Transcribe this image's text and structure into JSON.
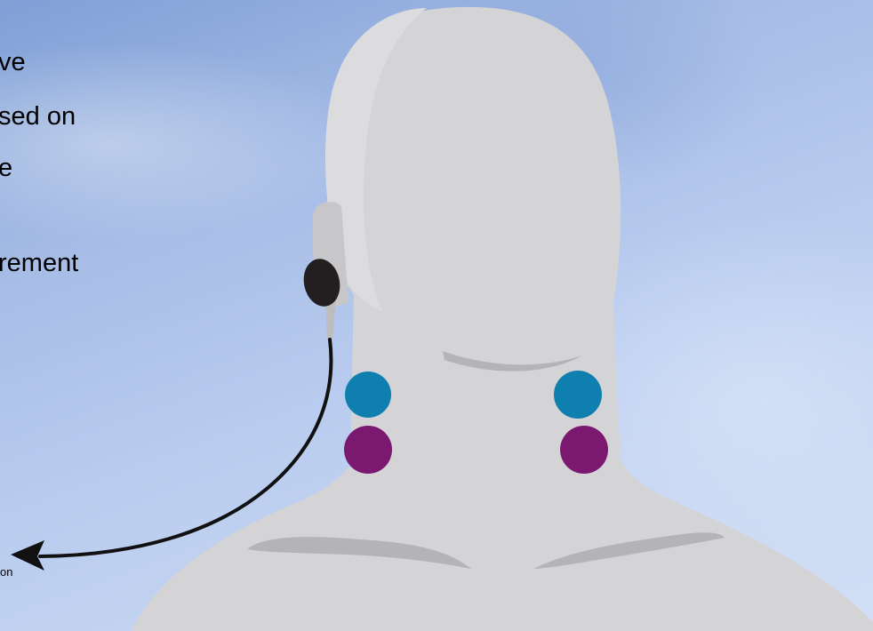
{
  "text_lines": [
    "ve",
    "sed on",
    "e",
    "",
    "rement"
  ],
  "caption": "on",
  "colors": {
    "head": "#d4d4d6",
    "head_shadow": "#b4b4b7",
    "electrode_top": "#0f7fb0",
    "electrode_bottom": "#7b1870",
    "earbud": "#231f20",
    "cable": "#111111"
  },
  "icons": [
    "earbud-icon",
    "electrode-icon",
    "arrowhead-icon"
  ]
}
